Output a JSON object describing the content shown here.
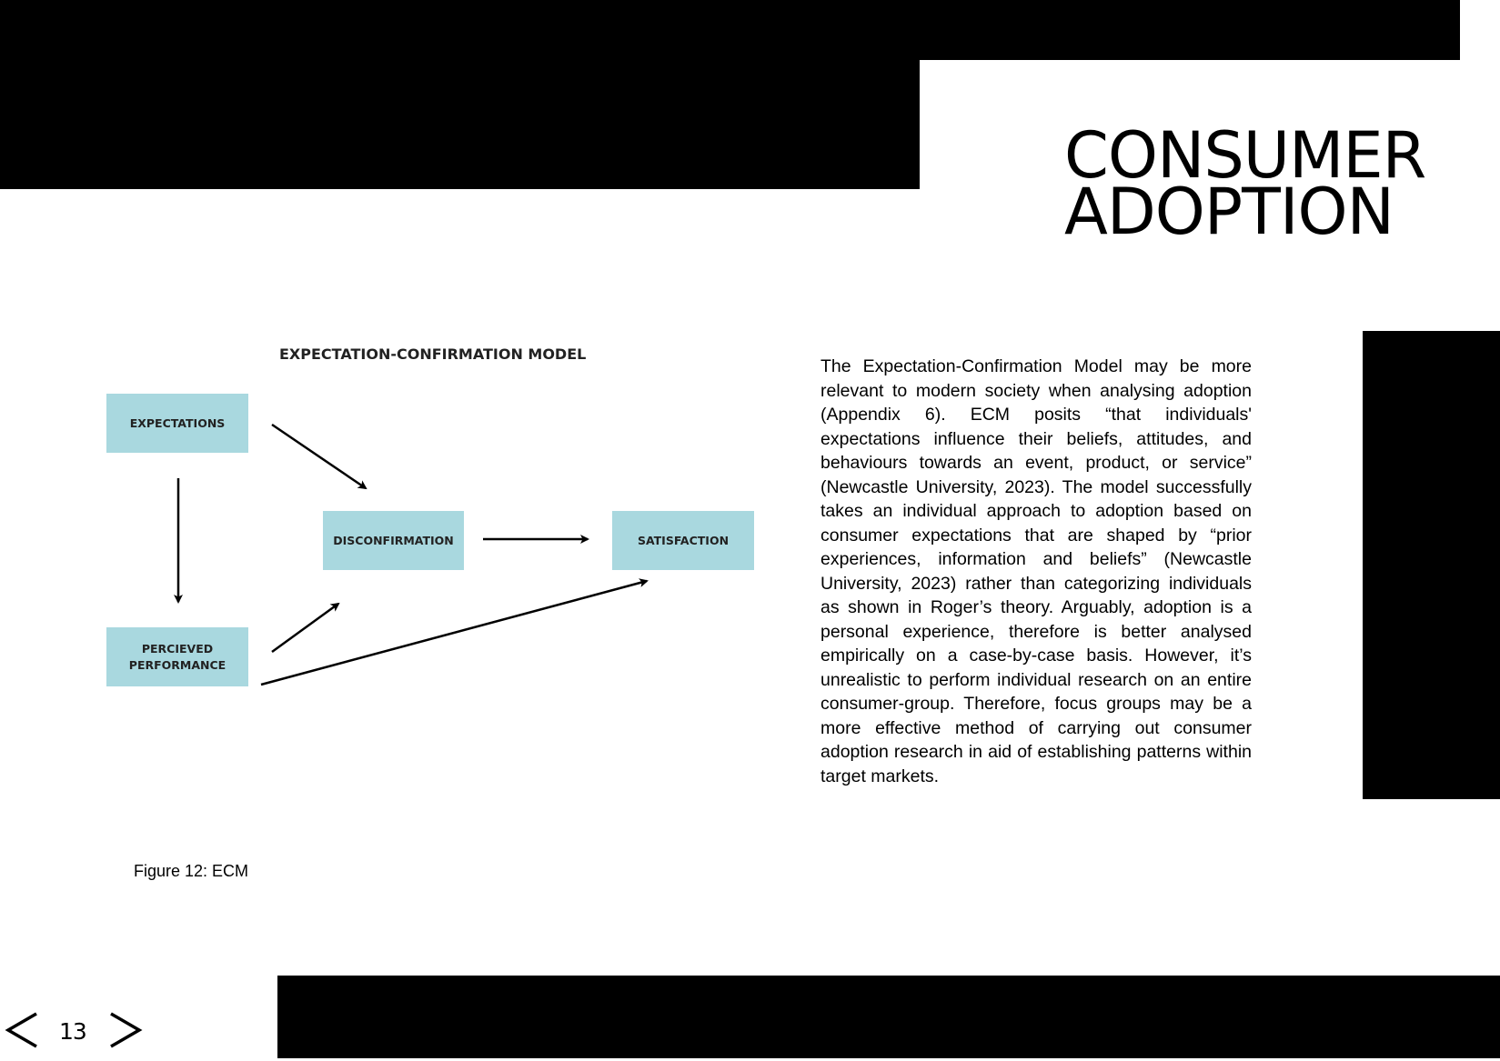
{
  "header": {
    "title_line1": "CONSUMER",
    "title_line2": "ADOPTION"
  },
  "figure": {
    "title": "EXPECTATION-CONFIRMATION MODEL",
    "nodes": {
      "expectations": "EXPECTATIONS",
      "disconfirmation": "DISCONFIRMATION",
      "satisfaction": "SATISFACTION",
      "performance_line1": "PERCIEVED",
      "performance_line2": "PERFORMANCE"
    },
    "edges": [
      [
        "EXPECTATIONS",
        "DISCONFIRMATION"
      ],
      [
        "EXPECTATIONS",
        "PERCIEVED PERFORMANCE"
      ],
      [
        "PERCIEVED PERFORMANCE",
        "DISCONFIRMATION"
      ],
      [
        "PERCIEVED PERFORMANCE",
        "SATISFACTION"
      ],
      [
        "DISCONFIRMATION",
        "SATISFACTION"
      ]
    ],
    "box_color": "#a9d8df",
    "caption": "Figure 12: ECM"
  },
  "body": {
    "paragraph": "The Expectation-Confirmation Model may be more relevant to modern society when analysing adoption (Appendix 6). ECM posits “that individuals' expectations influence their beliefs, attitudes, and behaviours towards an event, product, or service” (Newcastle University, 2023). The model successfully takes an individual approach to adoption based on consumer expectations that are shaped by “prior experiences, information and beliefs” (Newcastle University, 2023) rather than categorizing individuals as shown in Roger’s theory. Arguably, adoption is a personal experience, therefore is better analysed empirically on a case-by-case basis. However, it’s unrealistic to perform individual research on an entire consumer-group. Therefore, focus groups may be a more effective method of carrying out consumer adoption research in aid of establishing patterns within target markets."
  },
  "pagination": {
    "prev_icon": "chevron-left-icon",
    "next_icon": "chevron-right-icon",
    "page_number": "13"
  }
}
